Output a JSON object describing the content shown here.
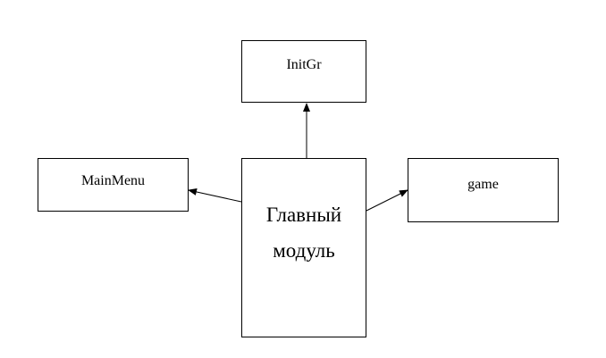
{
  "diagram": {
    "nodes": {
      "initgr": {
        "label": "InitGr"
      },
      "mainmenu": {
        "label": "MainMenu"
      },
      "game": {
        "label": "game"
      },
      "main": {
        "line1": "Главный",
        "line2": "модуль"
      }
    },
    "edges": [
      {
        "from": "main",
        "to": "initgr"
      },
      {
        "from": "main",
        "to": "mainmenu"
      },
      {
        "from": "main",
        "to": "game"
      }
    ]
  }
}
